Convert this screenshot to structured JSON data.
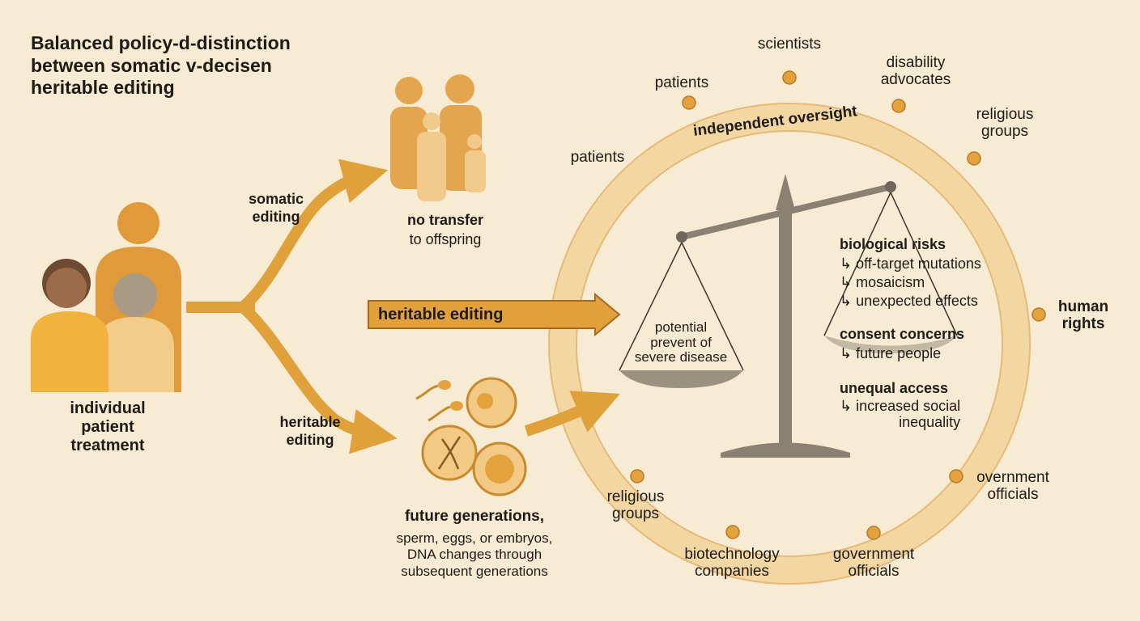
{
  "title": "Balanced policy-d-distinction\nbetween somatic v-decisen\nheritable editing",
  "left": {
    "caption": "individual\npatient\ntreatment"
  },
  "branches": {
    "somatic_label": "somatic\nediting",
    "heritable_label": "heritable\nediting",
    "heritable_arrow_label": "heritable editing"
  },
  "somatic_result": {
    "title": "no transfer",
    "subtitle": "to offspring"
  },
  "heritable_result": {
    "title": "future generations,",
    "lines": "sperm, eggs, or embryos,\nDNA changes through\nsubsequent generations"
  },
  "oversight": {
    "ring_label": "independent oversight",
    "stakeholders": {
      "scientists": "scientists",
      "patients_top": "patients",
      "disability": "disability\nadvocates",
      "religious_top": "religious\ngroups",
      "patients_left": "patients",
      "human_rights": "human\nrights",
      "ov_officials": "overnment\nofficials",
      "gov_officials": "government\nofficials",
      "biotech": "biotechnology\ncompanies",
      "religious_bottom": "religious\ngroups"
    }
  },
  "scale": {
    "left_pan_text": "potential\nprevent of\nsevere disease",
    "risks": [
      {
        "heading": "biological risks",
        "items": [
          "off-target mutations",
          "mosaicism",
          "unexpected effects"
        ]
      },
      {
        "heading": "consent concerns",
        "items": [
          "future people"
        ]
      },
      {
        "heading": "unequal access",
        "items": [
          "increased social\ninequality"
        ]
      }
    ]
  },
  "colors": {
    "background": "#f7ecd3",
    "orange": "#e3a23c",
    "orange_dark": "#b5741f",
    "ring": "#f3d8a3",
    "dot": "#e3a23c",
    "scale_gray": "#8a8172"
  }
}
